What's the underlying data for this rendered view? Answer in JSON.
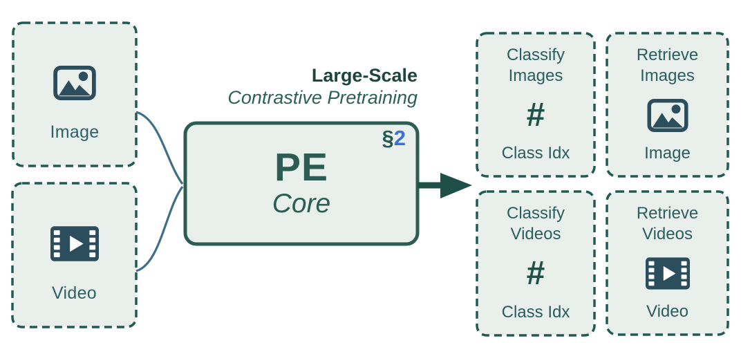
{
  "diagram": {
    "caption": {
      "line1": "Large-Scale",
      "line2": "Contrastive Pretraining"
    },
    "core_block": {
      "name": "PE",
      "variant": "Core",
      "section_ref": {
        "symbol": "§",
        "number": "2"
      }
    },
    "inputs": [
      {
        "id": "image",
        "label": "Image",
        "icon": "image-icon"
      },
      {
        "id": "video",
        "label": "Video",
        "icon": "video-icon"
      }
    ],
    "outputs": [
      {
        "id": "classify-images",
        "title1": "Classify",
        "title2": "Images",
        "glyph": "#",
        "result_label": "Class Idx"
      },
      {
        "id": "retrieve-images",
        "title1": "Retrieve",
        "title2": "Images",
        "icon": "image-icon",
        "result_label": "Image"
      },
      {
        "id": "classify-videos",
        "title1": "Classify",
        "title2": "Videos",
        "glyph": "#",
        "result_label": "Class Idx"
      },
      {
        "id": "retrieve-videos",
        "title1": "Retrieve",
        "title2": "Videos",
        "icon": "video-icon",
        "result_label": "Video"
      }
    ],
    "colors": {
      "background": "#ffffff",
      "box_fill": "#e9efeb",
      "dashed_border": "#225a53",
      "core_border": "#2d5d52",
      "core_text": "#2d5d52",
      "caption_bold": "#1c453c",
      "caption_italic": "#2d6055",
      "icon": "#2b4d5c",
      "input_label": "#2e6068",
      "curve": "#3f6e87",
      "arrow": "#1f5048",
      "section_number_blue": "#3c70d9"
    }
  }
}
